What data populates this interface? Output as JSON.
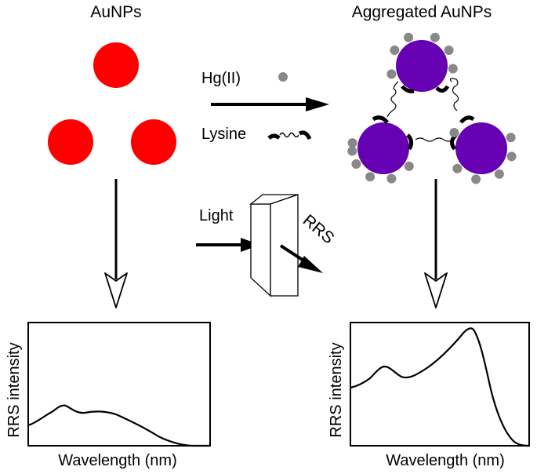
{
  "labels": {
    "aunps": "AuNPs",
    "aggregated_aunps": "Aggregated AuNPs",
    "hg": "Hg(II)",
    "lysine": "Lysine",
    "light": "Light",
    "rrs": "RRS"
  },
  "spectra": {
    "left": {
      "ylabel": "RRS intensity",
      "xlabel": "Wavelength (nm)"
    },
    "right": {
      "ylabel": "RRS intensity",
      "xlabel": "Wavelength (nm)"
    }
  },
  "colors": {
    "aunp": "#ff0000",
    "aggregated_aunp": "#6600b3",
    "hg_ion": "#888888",
    "line": "#000000"
  }
}
